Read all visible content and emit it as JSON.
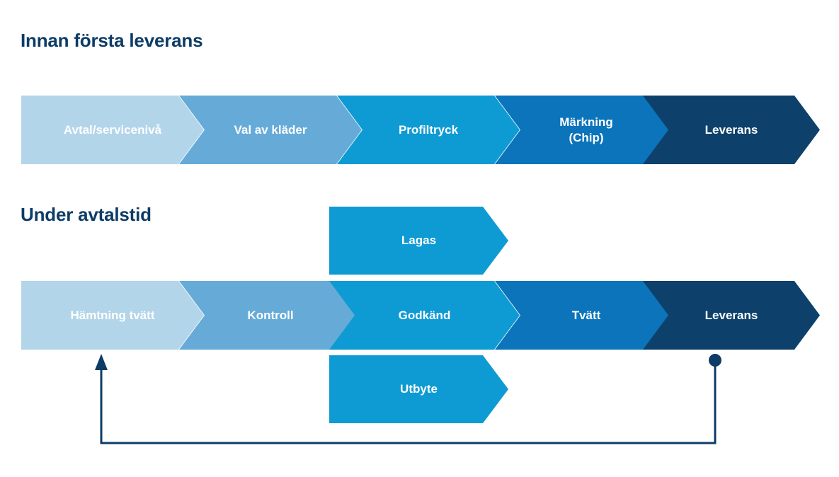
{
  "diagram": {
    "type": "process-flow",
    "background": "#ffffff",
    "sections": [
      {
        "id": "before-first-delivery",
        "heading": "Innan första leverans",
        "steps": [
          {
            "label": "Avtal/servicenivå",
            "color": "#b3d5ea",
            "shape": "start"
          },
          {
            "label": "Val av kläder",
            "color": "#66abd8",
            "shape": "mid"
          },
          {
            "label": "Profiltryck",
            "color": "#0e9bd4",
            "shape": "mid"
          },
          {
            "label": "Märkning\n(Chip)",
            "color": "#0b74bb",
            "shape": "mid"
          },
          {
            "label": "Leverans",
            "color": "#0d416b",
            "shape": "mid"
          }
        ]
      },
      {
        "id": "during-contract",
        "heading": "Under avtalstid",
        "steps": [
          {
            "label": "Hämtning tvätt",
            "color": "#b3d5ea",
            "shape": "start"
          },
          {
            "label": "Kontroll",
            "color": "#66abd8",
            "shape": "mid"
          },
          {
            "label": "Godkänd",
            "color": "#0e9bd4",
            "shape": "mid"
          },
          {
            "label": "Tvätt",
            "color": "#0b74bb",
            "shape": "mid"
          },
          {
            "label": "Leverans",
            "color": "#0d416b",
            "shape": "mid"
          }
        ],
        "branches": [
          {
            "label": "Lagas",
            "color": "#0e9bd4",
            "position": "above"
          },
          {
            "label": "Utbyte",
            "color": "#0e9bd4",
            "position": "below"
          }
        ],
        "feedback_arrow": {
          "from_step": "Leverans",
          "to_step": "Hämtning tvätt",
          "color": "#0d3c66",
          "start_marker": "dot",
          "end_marker": "arrowhead"
        }
      }
    ],
    "palette": {
      "heading_color": "#0d3c66",
      "label_color": "#ffffff",
      "step_1": "#b3d5ea",
      "step_2": "#66abd8",
      "step_3": "#0e9bd4",
      "step_4": "#0b74bb",
      "step_5": "#0d416b"
    }
  },
  "labels": {
    "heading_first": "Innan första leverans",
    "heading_during": "Under avtalstid",
    "r1_s1": "Avtal/servicenivå",
    "r1_s2": "Val av kläder",
    "r1_s3": "Profiltryck",
    "r1_s4_line1": "Märkning",
    "r1_s4_line2": "(Chip)",
    "r1_s5": "Leverans",
    "r2_s1": "Hämtning tvätt",
    "r2_s2": "Kontroll",
    "r2_s3": "Godkänd",
    "r2_s4": "Tvätt",
    "r2_s5": "Leverans",
    "branch_top": "Lagas",
    "branch_bottom": "Utbyte"
  }
}
